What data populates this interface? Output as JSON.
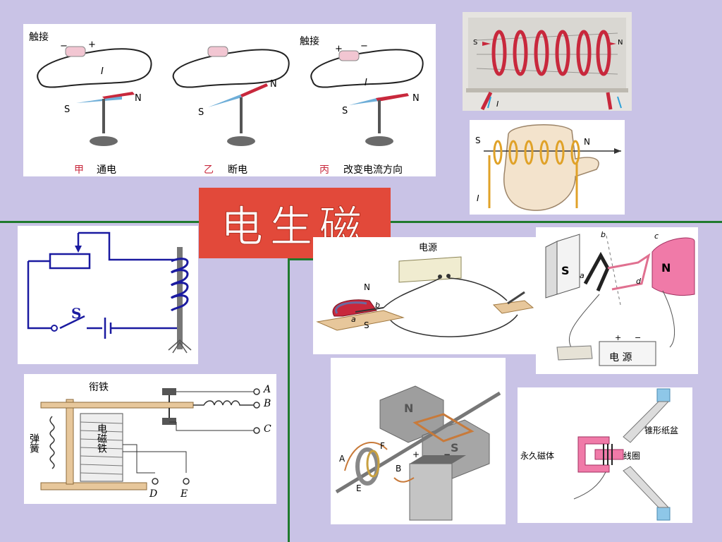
{
  "title": "电生磁",
  "oersted": {
    "touch1": "触接",
    "touch3": "触接",
    "current": "I",
    "plus": "+",
    "minus": "−",
    "pole_s": "S",
    "pole_n": "N",
    "captions": [
      {
        "mark": "甲",
        "text": "通电"
      },
      {
        "mark": "乙",
        "text": "断电"
      },
      {
        "mark": "丙",
        "text": "改变电流方向"
      }
    ]
  },
  "solenoid_photo": {
    "pole_s": "S",
    "pole_n": "N",
    "current": "I"
  },
  "right_hand": {
    "pole_s": "S",
    "pole_n": "N",
    "current": "I"
  },
  "switch_circuit": {
    "switch": "S"
  },
  "motor_setup": {
    "power": "电源",
    "pole_n": "N",
    "pole_s": "S",
    "a": "a",
    "b": "b"
  },
  "coil_field": {
    "s": "S",
    "n": "N",
    "a": "a",
    "b": "b",
    "c": "c",
    "d": "d",
    "power": "电  源",
    "plus": "+",
    "minus": "−"
  },
  "relay": {
    "armature": "衔铁",
    "spring": "弹簧",
    "electromagnet": "电磁铁",
    "terminals": [
      "A",
      "B",
      "C",
      "D",
      "E"
    ]
  },
  "dc_motor": {
    "n": "N",
    "s": "S",
    "a": "A",
    "b": "B",
    "e": "E",
    "f": "F",
    "plus": "+",
    "minus": "−"
  },
  "speaker": {
    "cone": "锥形纸盆",
    "magnet": "永久磁体",
    "coil": "线圈"
  },
  "colors": {
    "background": "#c9c3e6",
    "title_bg": "#e2493a",
    "divider": "#1f7a2e",
    "wire_blue": "#1a1aa0",
    "coil_red": "#c8283c"
  }
}
